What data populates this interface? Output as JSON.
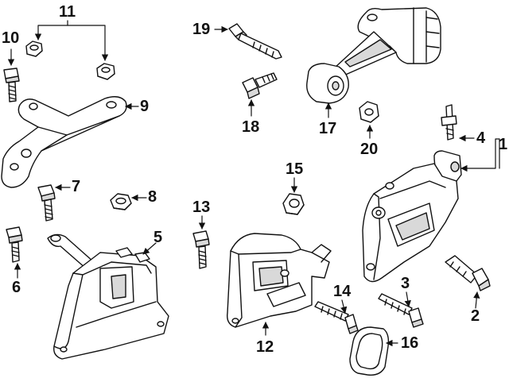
{
  "callouts": {
    "n1": "1",
    "n2": "2",
    "n3": "3",
    "n4": "4",
    "n5": "5",
    "n6": "6",
    "n7": "7",
    "n8": "8",
    "n9": "9",
    "n10": "10",
    "n11": "11",
    "n12": "12",
    "n13": "13",
    "n14": "14",
    "n15": "15",
    "n16": "16",
    "n17": "17",
    "n18": "18",
    "n19": "19",
    "n20": "20"
  },
  "colors": {
    "line": "#111111",
    "fill": "#ffffff",
    "shade": "#d9d9d9"
  }
}
